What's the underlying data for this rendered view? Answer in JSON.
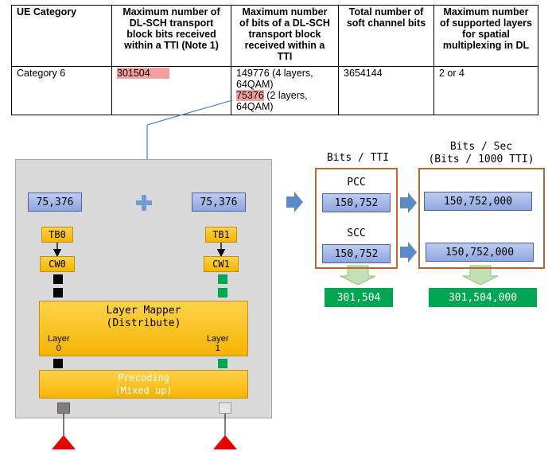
{
  "table": {
    "headers": [
      "UE Category",
      "Maximum number of DL-SCH transport block bits received within a TTI (Note 1)",
      "Maximum number of bits of a DL-SCH transport block received within a TTI",
      "Total number of soft channel bits",
      "Maximum number of supported layers for spatial multiplexing in DL"
    ],
    "row": {
      "category": "Category 6",
      "max_tb_bits": "301504",
      "max_bits_line1": "149776 (4 layers, 64QAM)",
      "max_bits_hl": "75376",
      "max_bits_line2": " (2 layers, 64QAM)",
      "soft_bits": "3654144",
      "layers": "2 or 4"
    }
  },
  "diagram": {
    "left_value": "75,376",
    "right_value": "75,376",
    "tb0": "TB0",
    "tb1": "TB1",
    "cw0": "CW0",
    "cw1": "CW1",
    "layer_mapper_line1": "Layer Mapper",
    "layer_mapper_line2": "(Distribute)",
    "layer0_line1": "Layer",
    "layer0_line2": "0",
    "layer1_line1": "Layer",
    "layer1_line2": "1",
    "precoding_line1": "Precoding",
    "precoding_line2": "(Mixed up)"
  },
  "bits_tti": {
    "header": "Bits / TTI",
    "pcc_label": "PCC",
    "pcc_value": "150,752",
    "scc_label": "SCC",
    "scc_value": "150,752",
    "total": "301,504"
  },
  "bits_sec": {
    "header_line1": "Bits / Sec",
    "header_line2": "(Bits / 1000 TTI)",
    "pcc_value": "150,752,000",
    "scc_value": "150,752,000",
    "total": "301,504,000"
  },
  "colors": {
    "blue_box": "#8fa6e0",
    "yellow_box": "#f5b400",
    "green_total": "#00a652",
    "frame": "#b9692c",
    "highlight": "#f3a0a0"
  }
}
